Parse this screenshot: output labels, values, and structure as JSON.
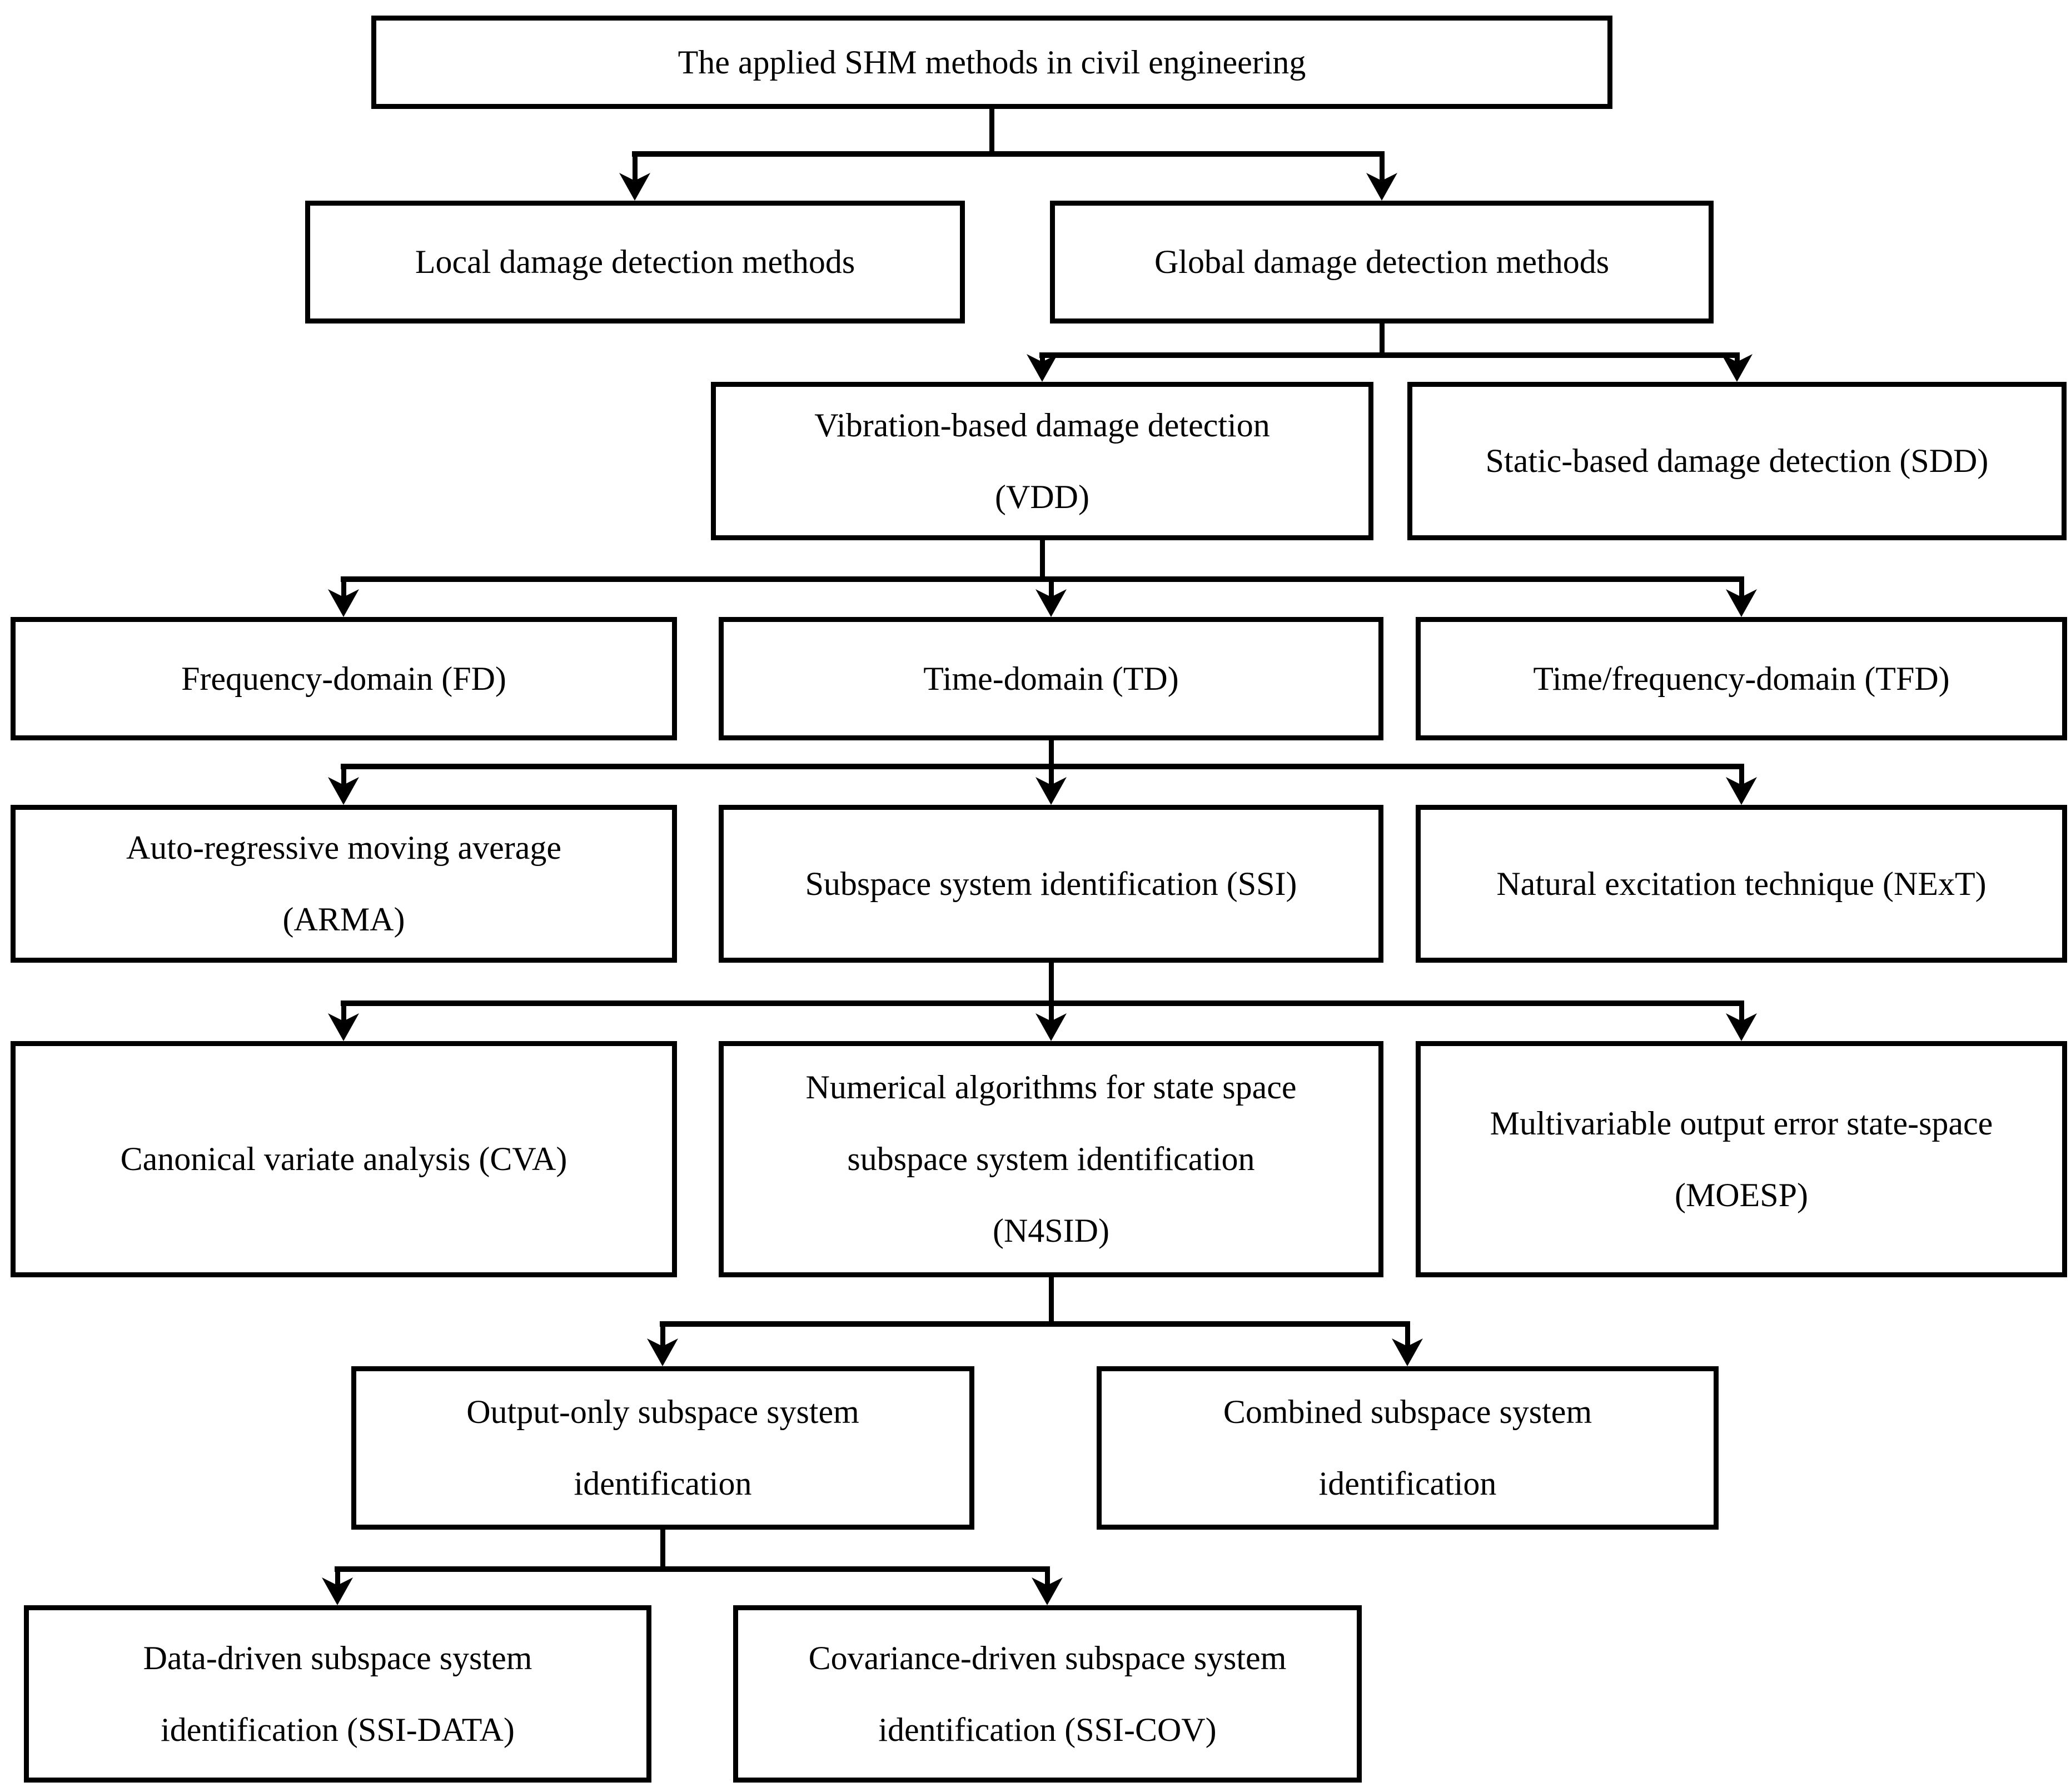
{
  "figure_title": "The applied SHM methods in civil engineering",
  "colors": {
    "background": "#ffffff",
    "box_fill": "#ffffff",
    "line": "#000000",
    "text": "#000000"
  },
  "nodes": {
    "root": {
      "label": "The applied SHM methods in civil engineering"
    },
    "local": {
      "label": "Local damage detection methods"
    },
    "global": {
      "label": "Global damage detection methods"
    },
    "vdd": {
      "label": "Vibration-based damage detection\n(VDD)"
    },
    "sdd": {
      "label": "Static-based damage detection (SDD)"
    },
    "fd": {
      "label": "Frequency-domain (FD)"
    },
    "td": {
      "label": "Time-domain (TD)"
    },
    "tfd": {
      "label": "Time/frequency-domain (TFD)"
    },
    "arma": {
      "label": "Auto-regressive moving average\n(ARMA)"
    },
    "ssi": {
      "label": "Subspace system identification (SSI)"
    },
    "next": {
      "label": "Natural excitation technique (NExT)"
    },
    "cva": {
      "label": "Canonical variate analysis (CVA)"
    },
    "n4sid": {
      "label": "Numerical algorithms for state space\nsubspace system identification\n(N4SID)"
    },
    "moesp": {
      "label": "Multivariable output error state-space\n(MOESP)"
    },
    "output_only": {
      "label": "Output-only subspace system\nidentification"
    },
    "combined": {
      "label": "Combined subspace system\nidentification"
    },
    "ssi_data": {
      "label": "Data-driven subspace system\nidentification (SSI-DATA)"
    },
    "ssi_cov": {
      "label": "Covariance-driven subspace system\nidentification (SSI-COV)"
    }
  },
  "edges": [
    {
      "from": "root",
      "to": [
        "local",
        "global"
      ]
    },
    {
      "from": "global",
      "to": [
        "vdd",
        "sdd"
      ]
    },
    {
      "from": "vdd",
      "to": [
        "fd",
        "td",
        "tfd"
      ]
    },
    {
      "from": "td",
      "to": [
        "arma",
        "ssi",
        "next"
      ]
    },
    {
      "from": "ssi",
      "to": [
        "cva",
        "n4sid",
        "moesp"
      ]
    },
    {
      "from": "n4sid",
      "to": [
        "output_only",
        "combined"
      ]
    },
    {
      "from": "output_only",
      "to": [
        "ssi_data",
        "ssi_cov"
      ]
    }
  ]
}
